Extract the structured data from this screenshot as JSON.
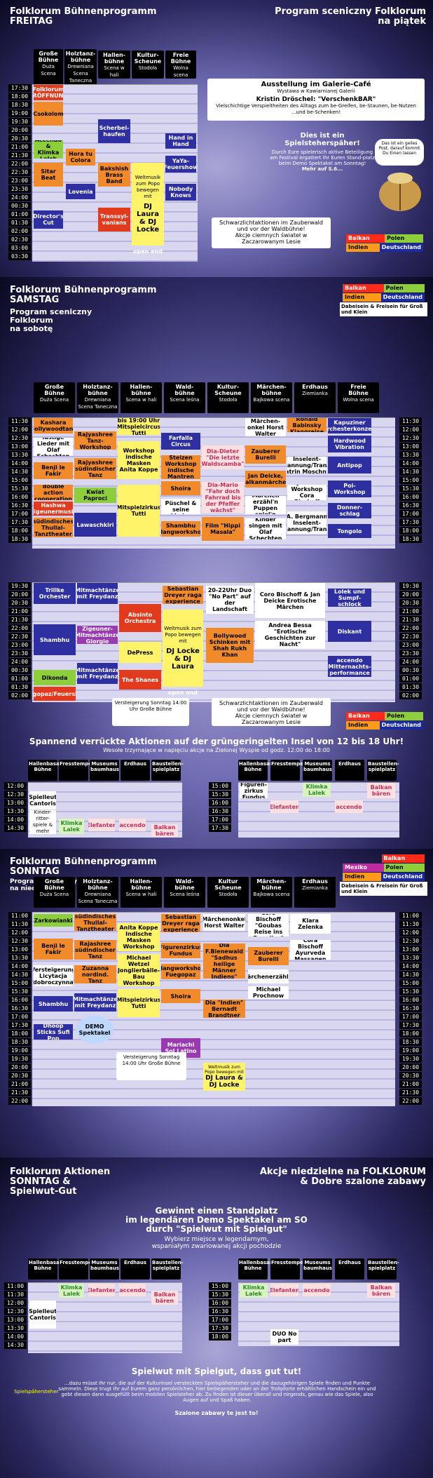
{
  "colors": {
    "blue": "#2e2fa0",
    "orange": "#f08a2a",
    "green": "#8ccf3a",
    "red": "#e23a1d",
    "yellow": "#fff36a",
    "balkan": "#ff2a1a",
    "polen": "#8ccf3a",
    "indien": "#ff9a1a",
    "deutschland": "#1a2aa0"
  },
  "fr": {
    "title_de": "Folklorum Bühnenprogramm\nFREITAG",
    "title_pl": "Program sceniczny Folklorum\nna piątek",
    "cols": [
      [
        "Große\nBühne",
        "Duża Scena"
      ],
      [
        "Holztanz-\nbühne",
        "Drewniana\nScena Taneczna"
      ],
      [
        "Hallen-\nbühne",
        "Scena w hali"
      ],
      [
        "Kultur-\nScheune",
        "Stodoła"
      ],
      [
        "Freie\nBühne",
        "Wolna scena"
      ]
    ],
    "times": [
      "17:30",
      "18:00",
      "18:30",
      "19:00",
      "19:30",
      "20:00",
      "20:30",
      "21:00",
      "21:30",
      "22:00",
      "22:30",
      "23:00",
      "23:30",
      "24:00",
      "00:30",
      "01:00",
      "01:30",
      "02:00",
      "02:30",
      "03:00",
      "03:30"
    ],
    "events": [
      "Folklorum ERÖFFNUNG",
      "Csokolom",
      "Accendo & Klimka Lalek",
      "Sitar Beat",
      "Director's Cut",
      "Hora tu Colora",
      "Lovenia",
      "Scherbel-\nhaufen",
      "Bakshish Brass Band",
      "Transsyl-\nvanians",
      "Weltmusik zum Popo bewegen mit",
      "DJ Laura & DJ Locke",
      "open end",
      "Hand in Hand",
      "YaYa-\nFeuershow",
      "Nobody Knows"
    ],
    "gallery": {
      "h": "Ausstellung im Galerie-Café",
      "sub": "Wystawa w Kawiarnianej Galerii",
      "name": "Kristin Dröschel: \"VerschenkBAR\"",
      "desc": "Vielschichtige Verspieltheiten des Alltags zum be-Greifen, be-Staunen, be-Nutzen ...und be-Schenken!"
    },
    "spiel": {
      "h": "Dies ist ein Spielsteherspäher!",
      "t": "Durch Eure spielerisch aktive Beteiligung am Festival ergattert Ihr Euren Stand-platz beim Demo Spektakel am Sonntag!",
      "m": "Mehr auf S.6..."
    },
    "bubble": "Das ist ein geiles Post, darauf kommt Du Einen lassen",
    "zauber": "Schwarzlichtaktionen im Zauberwald und vor der Waldbühne!\nAkcje ciemnych świateł w Zaczarowanym Lesie",
    "legend": [
      "Balkan",
      "Polen",
      "Indien",
      "Deutschland"
    ]
  },
  "sa": {
    "title_de": "Folklorum Bühnenprogramm\nSAMSTAG",
    "title_pl": "Program sceniczny\nFolklorum\nna sobotę",
    "legend": [
      "Balkan",
      "Polen",
      "Indien",
      "Deutschland"
    ],
    "kids": "Dabeisein & Freisein für Groß und Klein",
    "cols": [
      [
        "Große\nBühne",
        "Duża Scena"
      ],
      [
        "Holztanz-\nbühne",
        "Drewniana\nScena Taneczna"
      ],
      [
        "Hallen-\nbühne",
        "Scena w hali"
      ],
      [
        "Wald-\nbühne",
        "Scena leśna"
      ],
      [
        "Kultur-\nScheune",
        "Stodoła"
      ],
      [
        "Märchen-\nbühne",
        "Bajkowa scena"
      ],
      [
        "Erdhaus",
        "Ziemianka"
      ],
      [
        "Freie\nBühne",
        "Wolna scena"
      ]
    ],
    "times1": [
      "11:30",
      "12:00",
      "12:30",
      "13:00",
      "13:30",
      "14:00",
      "14:30",
      "15:00",
      "15:30",
      "16:00",
      "16:30",
      "17:00",
      "17:30",
      "18:00",
      "18:30"
    ],
    "times2": [
      "19:30",
      "20:00",
      "20:30",
      "21:00",
      "21:30",
      "22:00",
      "22:30",
      "23:00",
      "23:30",
      "24:00",
      "00:30",
      "01:00",
      "01:30",
      "02:00"
    ],
    "ev1": [
      "Kashara Bollywoodtanz",
      "lustige Lieder mit Olaf Schechten",
      "Benji le Fakir",
      "double action cooperation",
      "Hashwa Zigeunermusik",
      "südindisches Thullal-Tanztheater",
      "Rajyashree Tanz-Workshop",
      "Rajyashree südindischer Tanz",
      "Kwiat Paproci",
      "Lawaschkiri",
      "bis 19:00 Uhr Mitspielcircus Tutti",
      "Workshop indische Masken Anita Koppe",
      "Mitspielzirkus Tutti",
      "Farfalla Circus",
      "Stelzen Workshop indische Mantren",
      "Shoira",
      "Rainer Püschel & seine Lieder",
      "Shambhu Klangworkshop",
      "Dia-Dieter \"Die letzte Waldscamba\"",
      "Dia-Mario \"Fahr doch Fahrrad bis der Pfeffer wächst\"",
      "Film \"Hippi Masala\"",
      "Märchen-onkel Horst Walter",
      "Zauberer Burelli",
      "Jan Deicke, Balkanmärchen",
      "Märchen erzähl'n Puppen spiel'n",
      "Kinder singen mit Olaf Schechten",
      "Ronald Babinsky Klangreise",
      "Inselent-spannung/Trance Katrin Moschner",
      "Ayurveda Workshop Cora Bischoff",
      "A. Bergmann Inselent-spannung/Trance",
      "Kapuziner Orchesterkonzert",
      "Hardwood Vibration",
      "Antipop",
      "Poi-Workshop",
      "Donner-schlag",
      "Tongolo"
    ],
    "ev2": [
      "Trillke Orchester",
      "Shambhu",
      "Dikonda",
      "Fuegopaz/Feuershow",
      "Mitmachtänze mit Freydanz",
      "Zigeuner-Mitmachtänze Giorgio",
      "Mitmachtänze mit Freydanz",
      "Absinto Orchestra",
      "DePress",
      "The Shanes",
      "Sebastian Dreyer raga experience",
      "Weltmusik zum Popo bewegen mit",
      "DJ Locke & DJ Laura",
      "open end",
      "20-22Uhr Duo \"No Part\" auf der Landschaft",
      "Bollywood Schinken mit Shah Rukh Khan",
      "Coro Bischoff & Jan Deicke Erotische Märchen",
      "Andrea Bessa \"Erotische Geschichten zur Nacht\"",
      "Lolek und Sumpf-schlock",
      "Diskant",
      "accendo Mitternachts-performance"
    ],
    "zauber": "Schwarzlichtaktionen im Zauberwald und vor der Waldbühne!\nAkcje ciemnych świateł w Zaczarowanym Lesie",
    "verst": "Versteigerung Sonntag 14:00 Uhr Große Bühne",
    "verrueckt": "Spannend verrückte Aktionen auf der grüngeringelten Insel von 12 bis 18 Uhr!",
    "verrueckt_pl": "Wesołe trzymające w napięciu akcje na Zielonej Wyspie od godz. 12:00 do 18:00",
    "isle_cols": [
      "Hallenbasar Bühne",
      "Fresstempel",
      "Museums baumhaus",
      "Erdhaus",
      "Baustellen-spielplatz",
      "Hallenbasar Bühne",
      "Fresstempel",
      "Museums baumhaus",
      "Erdhaus",
      "Baustellen-spielplatz"
    ],
    "isle_times1": [
      "12:00",
      "12:30",
      "13:00",
      "13:30",
      "14:00",
      "14:30"
    ],
    "isle_times2": [
      "15:00",
      "15:30",
      "16:00",
      "16:30",
      "17:00",
      "17:30"
    ],
    "isle_ev": [
      "Spielleut Cantoris",
      "Kinder-ritter-spiele & mehr",
      "Klimka Lalek",
      "Elefanten",
      "accendo",
      "Balkan bären",
      "Figuren-zirkus Fundus",
      "Klimka Lalek",
      "Elefanten",
      "accendo",
      "Balkan bären"
    ]
  },
  "so": {
    "title_de": "Folklorum Bühnenprogramm\nSONNTAG",
    "title_pl": "Program sceniczny Folkloru\nna niedziele",
    "legend": [
      "Mexiko",
      "Balkan",
      "Polen",
      "Indien",
      "Deutschland"
    ],
    "kids": "Dabeisein & Freisein für Groß und Klein",
    "cols": [
      [
        "Große\nBühne",
        "Duża Scena"
      ],
      [
        "Holztanz-\nbühne",
        "Drewniana\nScena Taneczna"
      ],
      [
        "Hallen-\nbühne",
        "Scena w hali"
      ],
      [
        "Wald-\nbühne",
        "Scena leśna"
      ],
      [
        "Kultur\nScheune",
        "Stodoła"
      ],
      [
        "Märchen-\nbühne",
        "Bajkowa scena"
      ],
      [
        "Erdhaus",
        "Ziemianka"
      ]
    ],
    "times": [
      "11:00",
      "11:30",
      "12:00",
      "12:30",
      "13:00",
      "13:30",
      "14:00",
      "14:30",
      "15:00",
      "15:30",
      "16:00",
      "16:30",
      "17:00",
      "17:30",
      "18:00",
      "18:30",
      "19:00",
      "19:30",
      "20:00",
      "20:30",
      "21:00",
      "21:30",
      "22:00"
    ],
    "ev": [
      "Zarkowianki",
      "Benji le Fakir",
      "Versteigerung Licytacja dobroczynna",
      "Shambhu",
      "Dhoop Sticks Sufi Pop",
      "südindisches Thullal-Tanztheater",
      "Rajashree südindischer Tanz",
      "Zuzanna nordind. Tanz",
      "Mitmachtänze mit Freydanz",
      "Anita Koppe Indische Masken Workshop",
      "Michael Wetzel Jonglierbälle-Bau Workshop",
      "Mitspielzirkus Tutti",
      "Sebastian Dreyer raga experience",
      "Figurenzirkus Fundus",
      "Klangworkshop Fuegopaz",
      "Shoira",
      "Mariachi Sol Latino",
      "Weltmusik zum Popo bewegen mit",
      "DJ Laura & DJ Locke",
      "Märchenonkel Horst Walter",
      "Dia F.Bienewald \"Sadhus heilige Männer Indiens\"",
      "Dia \"Indien\" Bernadt Brandtner",
      "Coro Bischoff \"Goubas Reise ins Paradies\"",
      "Zauberer Burelli",
      "Märchenerzähler",
      "Michael Prochnow",
      "Klara Zelenka",
      "Cora Bischoff Ayurveda Massagen"
    ],
    "demo": "DEMO Spektakel",
    "verst": "Versteigerung Sonntag 14:00 Uhr Große Bühne"
  },
  "ak": {
    "title_de": "Folklorum Aktionen\nSONNTAG &\nSpielwut-Gut",
    "title_pl": "Akcje niedzielne na FOLKLORUM\n& Dobre szalone zabawy",
    "gewinn": "Gewinnt einen Standplatz\nim legendären Demo Spektakel am SO\ndurch \"Spielwut mit Spielgut\"",
    "gewinn_pl": "Wybierz miejsce w legendarnym,\nwspaniałym zwariowanej akcji pochodzie",
    "isle_cols": [
      "Hallenbasar Bühne",
      "Fresstempel",
      "Museums baumhaus",
      "Erdhaus",
      "Baustellen-spielplatz",
      "Hallenbasar Bühne",
      "Fresstempel",
      "Museums baumhaus",
      "Erdhaus",
      "Baustellen-spielplatz"
    ],
    "isle_times1": [
      "11:00",
      "11:30",
      "12:00",
      "12:30",
      "13:00",
      "13:30",
      "14:00",
      "14:30"
    ],
    "isle_times2": [
      "15:00",
      "15:30",
      "16:00",
      "16:30",
      "17:00",
      "17:30",
      "18:00"
    ],
    "isle_ev": [
      "Spielleut Cantoris",
      "Klimka Lalek",
      "Elefanten",
      "accendo",
      "Balkan bären",
      "Klimka Lalek",
      "Elefanten",
      "accendo",
      "Balkan bären",
      "DUO No part"
    ],
    "spielgut": "Spielwut mit Spielgut, dass gut tut!",
    "spielgut_t": "...dazu müsst Ihr nur, die auf der Kulturinsel versteckten Spielspähersteher und die dazugehörigen Spiele finden und Punkte sammeln. Diese trugt Ihr auf Eurem ganz persönlichen, hier beiliegenden oder an der Trollpforte erhältlichen Handschein ein und gebt diesen dann ausgefüllt beim mobilen Spielsteher ab. Zu finden ist dieser überall und nirgends, genau wie das Spiele, also Augen auf und Spaß haben.",
    "spielgut_pl": "Szalone zabawy te jest to!",
    "spielspaeher": "Spielspähersteher"
  }
}
